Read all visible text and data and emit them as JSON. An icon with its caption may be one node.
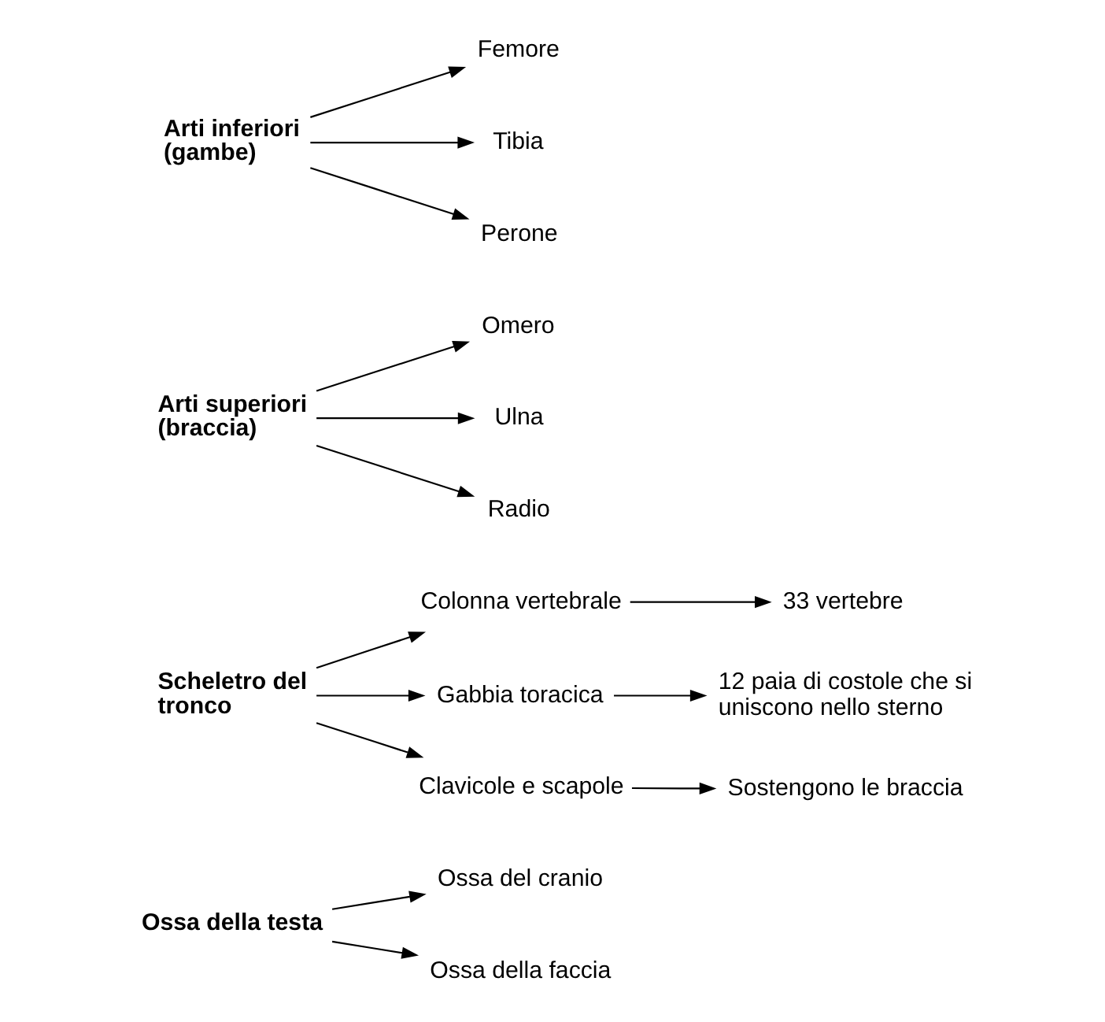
{
  "diagram": {
    "nodes": [
      {
        "text": [
          "Ossa della testa"
        ]
      },
      {
        "text": [
          "Ossa del cranio"
        ]
      },
      {
        "text": [
          "Ossa della faccia"
        ]
      },
      {
        "text": [
          "Scheletro del tronco"
        ]
      },
      {
        "text": [
          "Colonna vertebrale"
        ]
      },
      {
        "text": [
          "33 vertebre"
        ]
      },
      {
        "text": [
          "Gabbia toracica"
        ]
      },
      {
        "text": [
          "12 paia di costole che si uniscono nello sterno"
        ]
      },
      {
        "text": [
          "Clavicole e scapole"
        ]
      },
      {
        "text": [
          "Sostengono le braccia"
        ]
      },
      {
        "text": [
          "Arti superiori (braccia)"
        ]
      },
      {
        "text": [
          "Omero"
        ]
      },
      {
        "text": [
          "Ulna"
        ]
      },
      {
        "text": [
          "Radio"
        ]
      },
      {
        "text": [
          "Arti inferiori (gambe)"
        ]
      },
      {
        "text": [
          "Femore"
        ]
      },
      {
        "text": [
          "Tibia"
        ]
      },
      {
        "text": [
          "Perone"
        ]
      }
    ],
    "edges": [
      {
        "from": 0,
        "to": 1,
        "arrow": "to"
      },
      {
        "from": 0,
        "to": 2,
        "arrow": "to"
      },
      {
        "from": 3,
        "to": 4,
        "arrow": "to"
      },
      {
        "from": 3,
        "to": 6,
        "arrow": "to"
      },
      {
        "from": 3,
        "to": 8,
        "arrow": "to"
      },
      {
        "from": 4,
        "to": 5,
        "arrow": "to"
      },
      {
        "from": 6,
        "to": 7,
        "arrow": "to"
      },
      {
        "from": 8,
        "to": 9,
        "arrow": "to"
      },
      {
        "from": 10,
        "to": 11,
        "arrow": "to"
      },
      {
        "from": 10,
        "to": 12,
        "arrow": "to"
      },
      {
        "from": 10,
        "to": 13,
        "arrow": "to"
      },
      {
        "from": 14,
        "to": 15,
        "arrow": "to"
      },
      {
        "from": 14,
        "to": 16,
        "arrow": "to"
      },
      {
        "from": 14,
        "to": 17,
        "arrow": "to"
      }
    ]
  }
}
